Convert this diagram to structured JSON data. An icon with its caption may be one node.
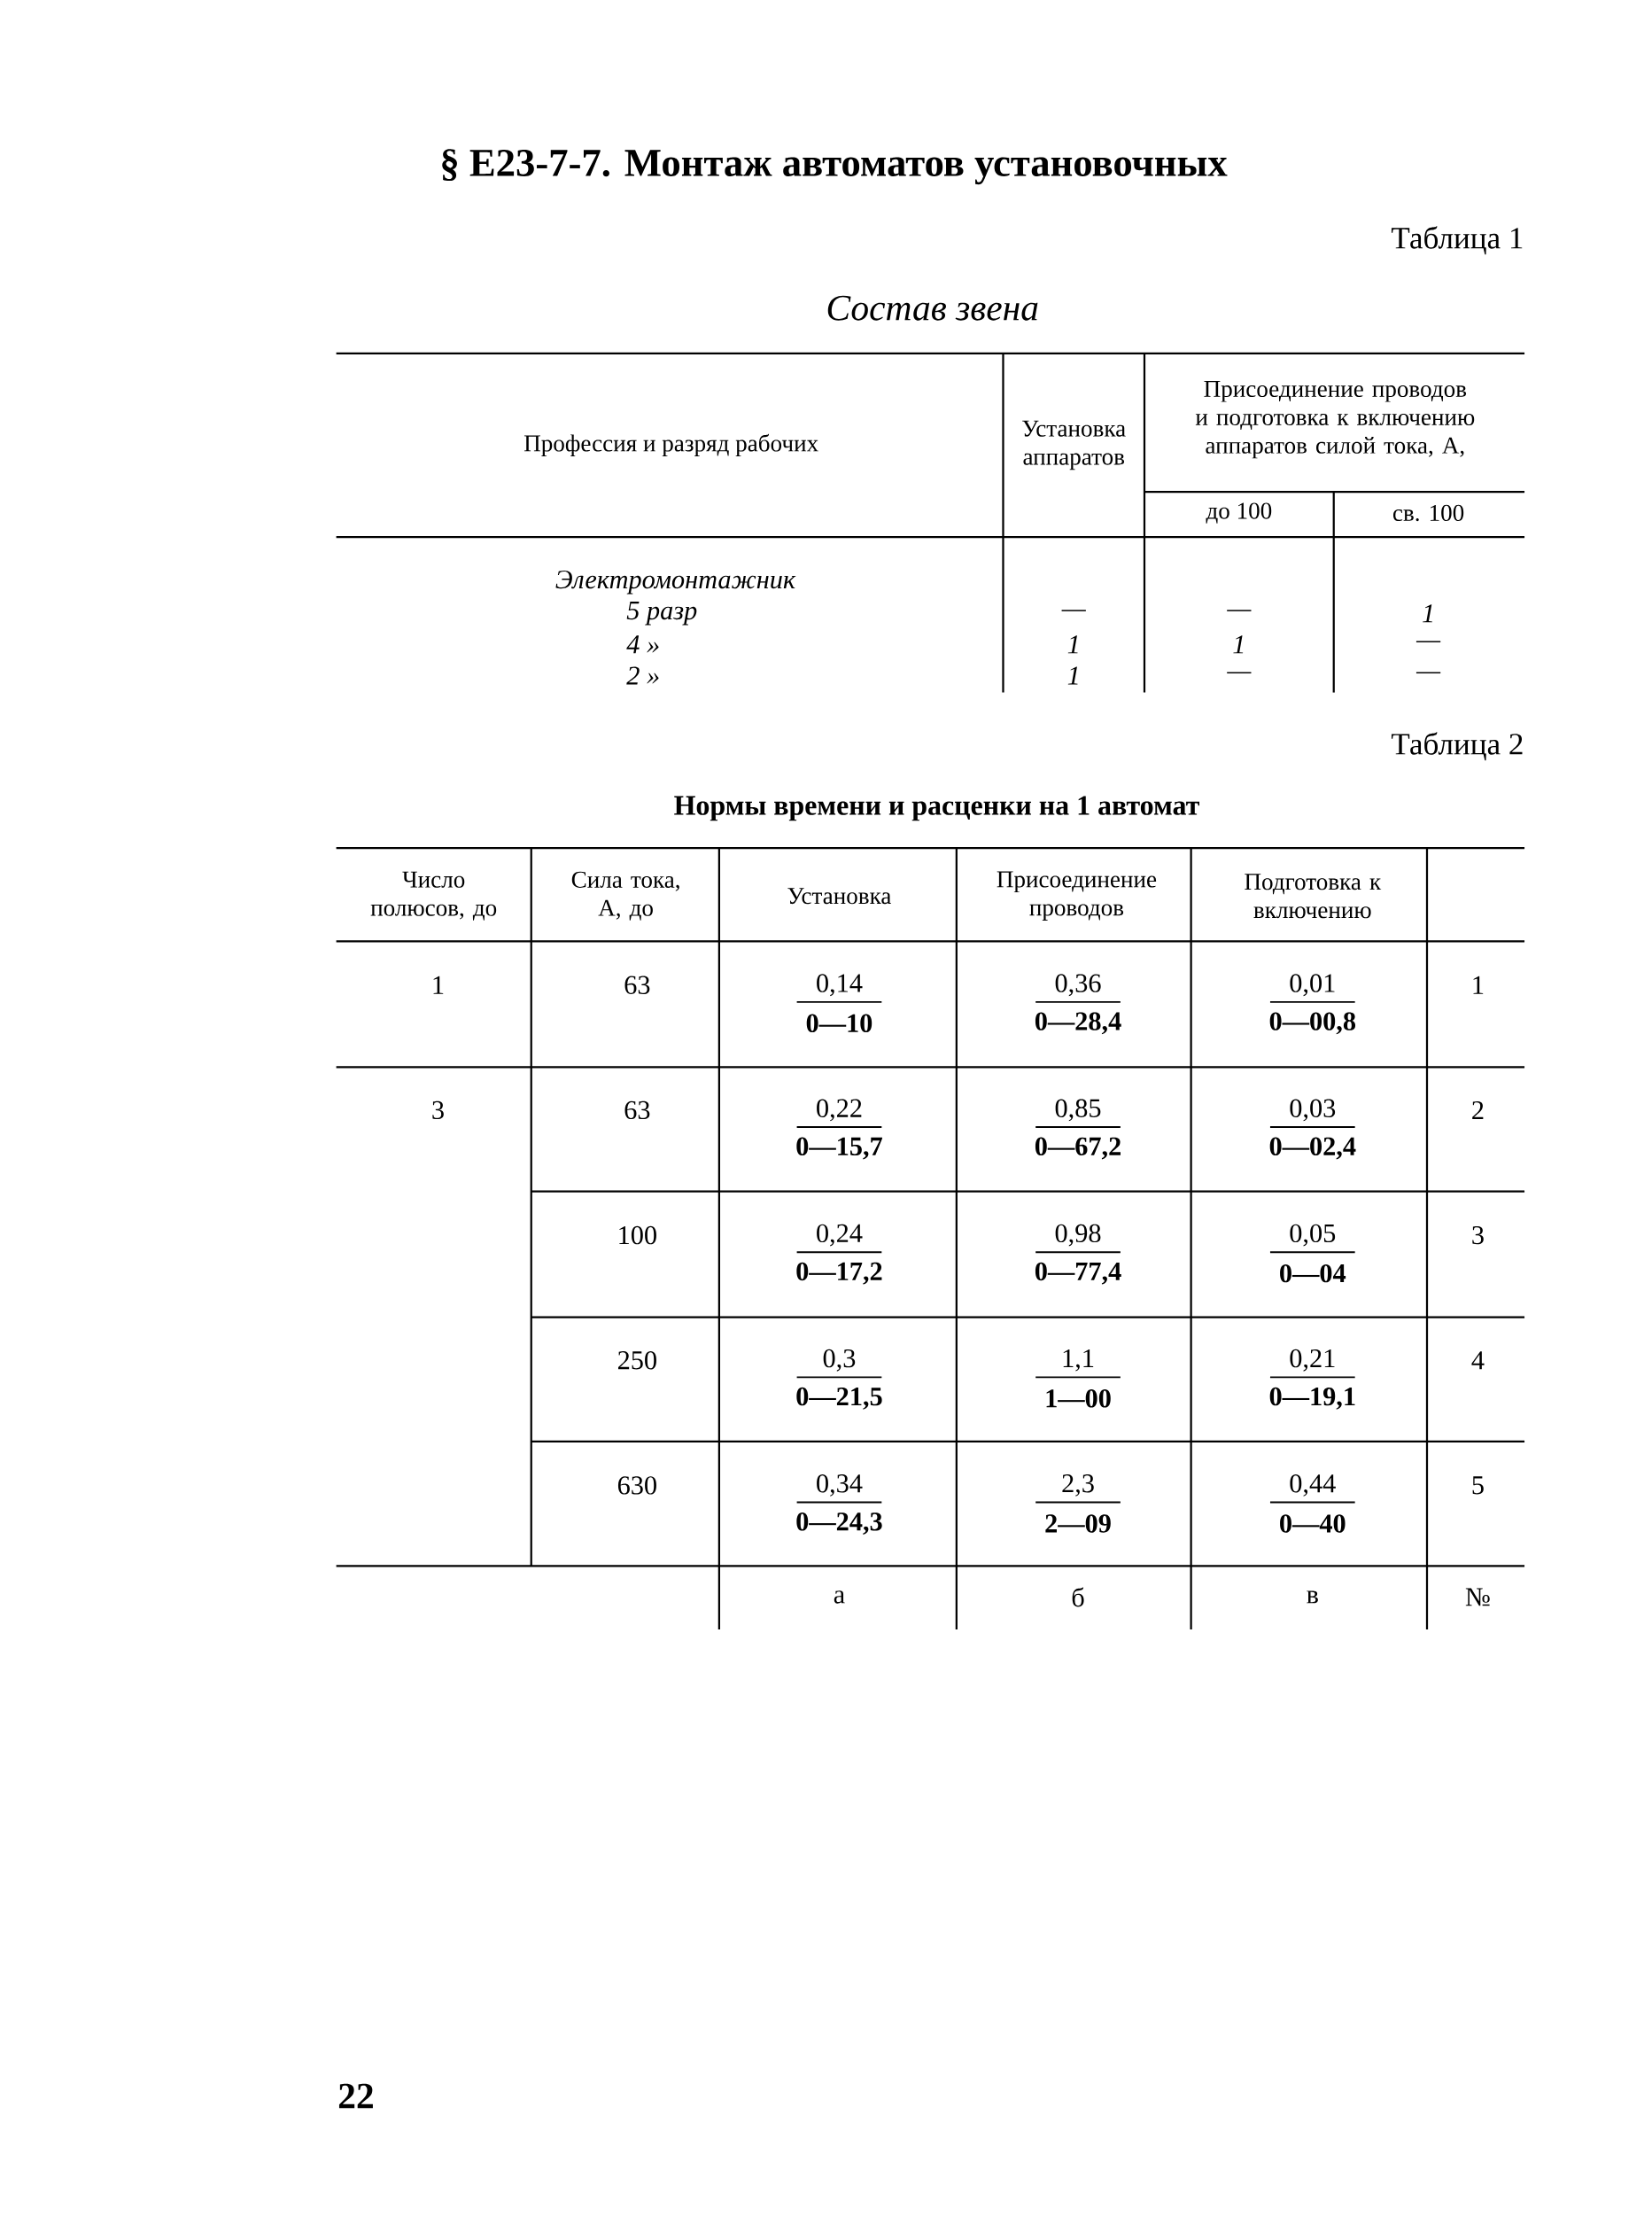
{
  "diagram": {
    "title": "§ Е23-7-7. Монтаж автоматов установочных",
    "labels": [
      "Таблица 1",
      "Состав звена",
      "Профессия и разряд рабочих",
      "Установка аппаратов",
      "Присоединение проводов и подготовка к включению аппаратов силой тока, А,",
      "до 100",
      "св. 100",
      "Электромонтажник",
      "5 разр",
      "—",
      "—",
      "1",
      "4 »",
      "1",
      "1",
      "—",
      "2 »",
      "1",
      "—",
      "—",
      "Таблица 2",
      "Нормы времени и расценки на 1 автомат",
      "Число полюсов, до",
      "Сила тока, А, до",
      "Установка",
      "Присоединение проводов",
      "Подготовка к включению",
      "1",
      "63",
      "0,14",
      "0—10",
      "0,36",
      "0—28,4",
      "0,01",
      "0—00,8",
      "1",
      "3",
      "63",
      "0,22",
      "0—15,7",
      "0,85",
      "0—67,2",
      "0,03",
      "0—02,4",
      "2",
      "100",
      "0,24",
      "0—17,2",
      "0,98",
      "0—77,4",
      "0,05",
      "0—04",
      "3",
      "250",
      "0,3",
      "0—21,5",
      "1,1",
      "1—00",
      "0,21",
      "0—19,1",
      "4",
      "630",
      "0,34",
      "0—24,3",
      "2,3",
      "2—09",
      "0,44",
      "0—40",
      "5",
      "а",
      "б",
      "в",
      "№",
      "22"
    ]
  }
}
